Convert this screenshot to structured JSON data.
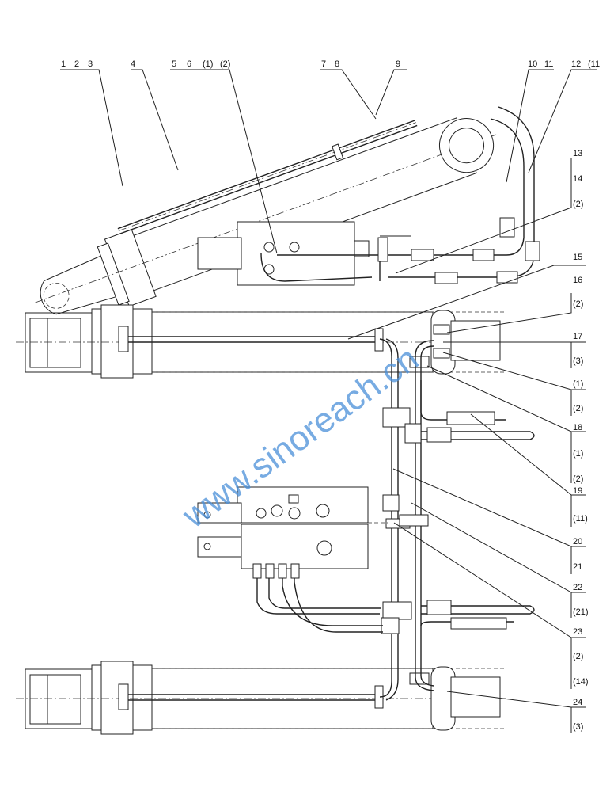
{
  "drawing": {
    "title": "Hydraulic cylinder piping assembly",
    "top_labels": [
      "1",
      "2",
      "3",
      "4",
      "5",
      "6",
      "(1)",
      "(2)",
      "7",
      "8",
      "9",
      "10",
      "11",
      "12",
      "(11"
    ],
    "right_labels": [
      "13",
      "14",
      "(2)",
      "15",
      "16",
      "(2)",
      "17",
      "(3)",
      "(1)",
      "(2)",
      "18",
      "(1)",
      "(2)",
      "19",
      "(11)",
      "20",
      "21",
      "22",
      "(21)",
      "23",
      "(2)",
      "(14)",
      "24",
      "(3)"
    ]
  },
  "watermark": "www.sinoreach.cn"
}
